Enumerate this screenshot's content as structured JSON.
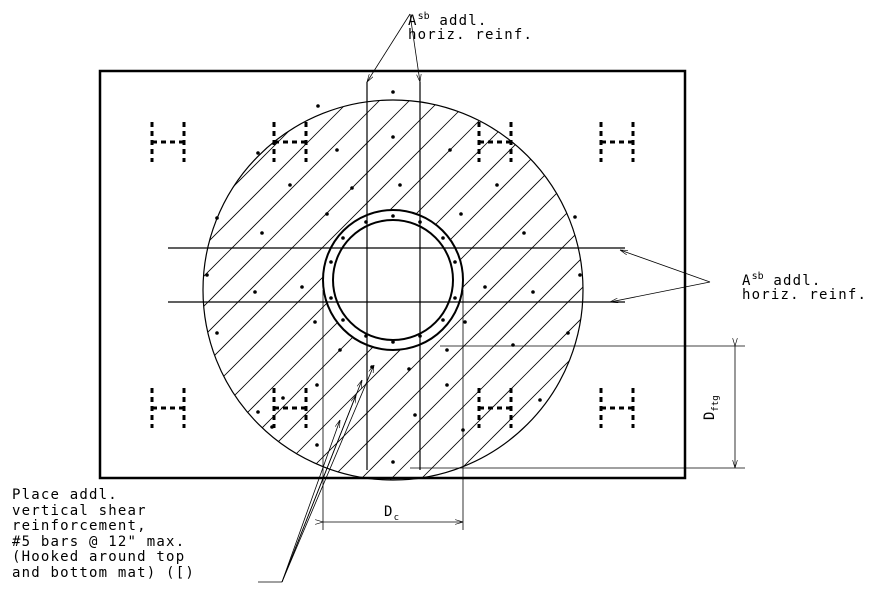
{
  "labels": {
    "top_asb": {
      "symbol": "A",
      "sup": "sb",
      "line1": " addl.",
      "line2": "horiz. reinf."
    },
    "right_asb": {
      "symbol": "A",
      "sup": "sb",
      "line1": " addl.",
      "line2": "horiz. reinf."
    },
    "d_ftg": {
      "symbol": "D",
      "sub": "ftg"
    },
    "d_c": {
      "symbol": "D",
      "sub": "c"
    },
    "shear_note": [
      "Place addl.",
      "vertical shear",
      "reinforcement,",
      "#5 bars @ 12\" max.",
      "(Hooked around top",
      "and bottom mat) ([)"
    ]
  },
  "colors": {
    "line": "#000000",
    "background": "#ffffff"
  }
}
